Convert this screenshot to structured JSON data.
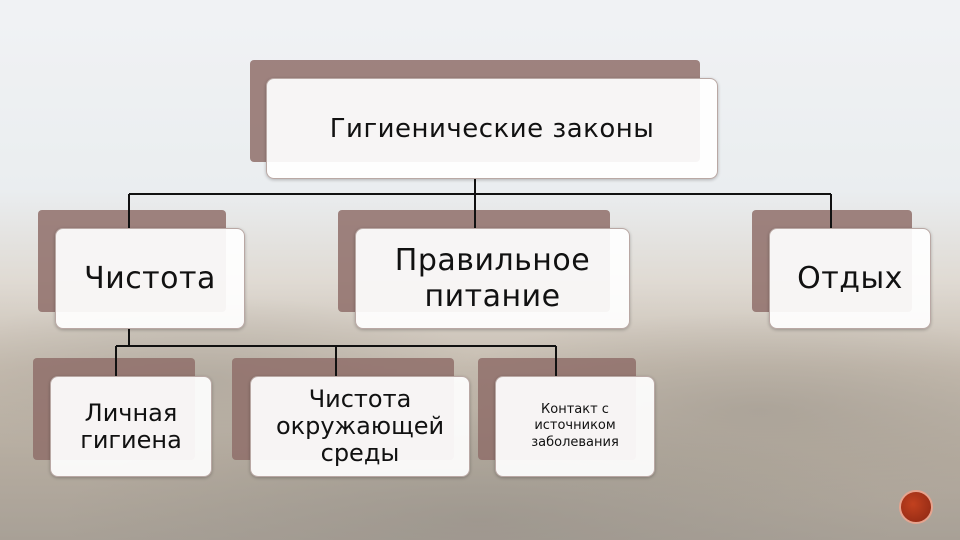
{
  "diagram": {
    "root": {
      "label": "Гигиенические законы"
    },
    "level2": [
      {
        "label": "Чистота"
      },
      {
        "label": "Правильное питание"
      },
      {
        "label": "Отдых"
      }
    ],
    "level3": [
      {
        "label": "Личная гигиена"
      },
      {
        "label": "Чистота окружающей среды"
      },
      {
        "label": "Контакт с источником заболевания"
      }
    ]
  },
  "colors": {
    "connector": "#111111",
    "shadow_box": "#8f6f6a",
    "badge": "#b63a1c"
  }
}
